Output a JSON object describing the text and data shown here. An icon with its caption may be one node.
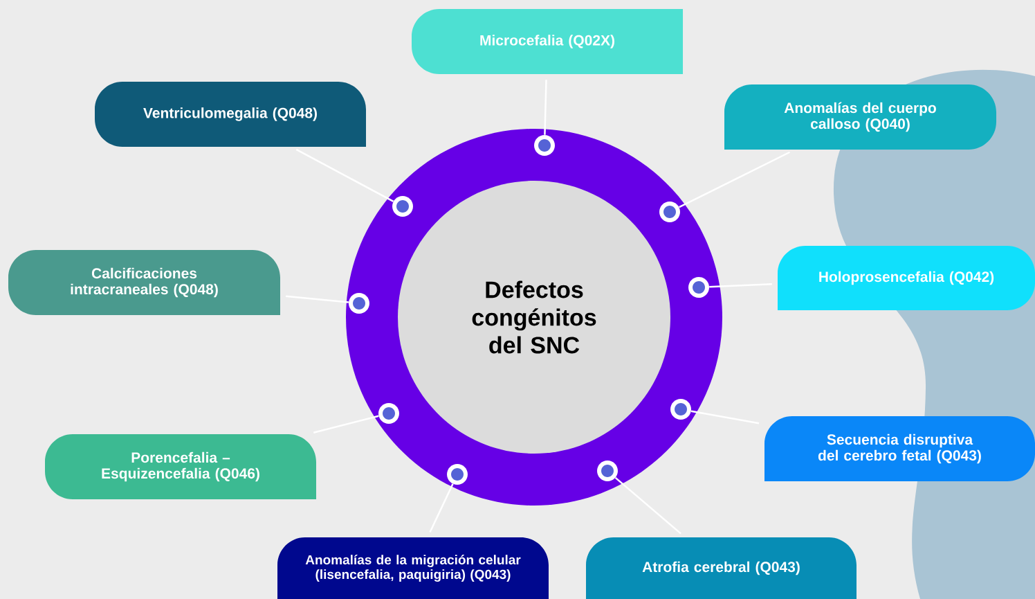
{
  "diagram": {
    "nodes": [
      {
        "text": [
          "Defectos congénitos del SNC"
        ]
      },
      {
        "text": [
          "Microcefalia (Q02X)"
        ]
      },
      {
        "text": [
          "Ventriculomegalia (Q048)"
        ]
      },
      {
        "text": [
          "Anomalías del cuerpo calloso (Q040)"
        ]
      },
      {
        "text": [
          "Holoprosencefalia (Q042)"
        ]
      },
      {
        "text": [
          "Calcificaciones intracraneales (Q048)"
        ]
      },
      {
        "text": [
          "Secuencia disruptiva del cerebro fetal (Q043)"
        ]
      },
      {
        "text": [
          "Porencefalia – Esquizencefalia (Q046)"
        ]
      },
      {
        "text": [
          "Anomalías de la migración celular (lisencefalia, paquigiria) (Q043)"
        ]
      },
      {
        "text": [
          "Atrofia cerebral (Q043)"
        ]
      },
      {
        "text": [],
        "shape": "circle",
        "in": 0
      },
      {
        "text": [],
        "shape": "circle",
        "in": 0
      },
      {
        "text": [],
        "shape": "circle",
        "in": 0
      },
      {
        "text": [],
        "shape": "circle",
        "in": 0
      },
      {
        "text": [],
        "shape": "circle",
        "in": 0
      },
      {
        "text": [],
        "shape": "circle",
        "in": 0
      },
      {
        "text": [],
        "shape": "circle",
        "in": 0
      },
      {
        "text": [],
        "shape": "circle",
        "in": 0
      },
      {
        "text": [],
        "shape": "circle",
        "in": 0
      }
    ],
    "edges": [
      {
        "from": 10,
        "to": 1,
        "arrow": "none"
      },
      {
        "from": 11,
        "to": 2,
        "arrow": "none"
      },
      {
        "from": 12,
        "to": 3,
        "arrow": "none"
      },
      {
        "from": 13,
        "to": 4,
        "arrow": "none"
      },
      {
        "from": 14,
        "to": 5,
        "arrow": "none"
      },
      {
        "from": 15,
        "to": 6,
        "arrow": "none"
      },
      {
        "from": 16,
        "to": 7,
        "arrow": "none"
      },
      {
        "from": 17,
        "to": 9,
        "arrow": "none"
      },
      {
        "from": 18,
        "to": 8,
        "arrow": "none"
      }
    ]
  }
}
